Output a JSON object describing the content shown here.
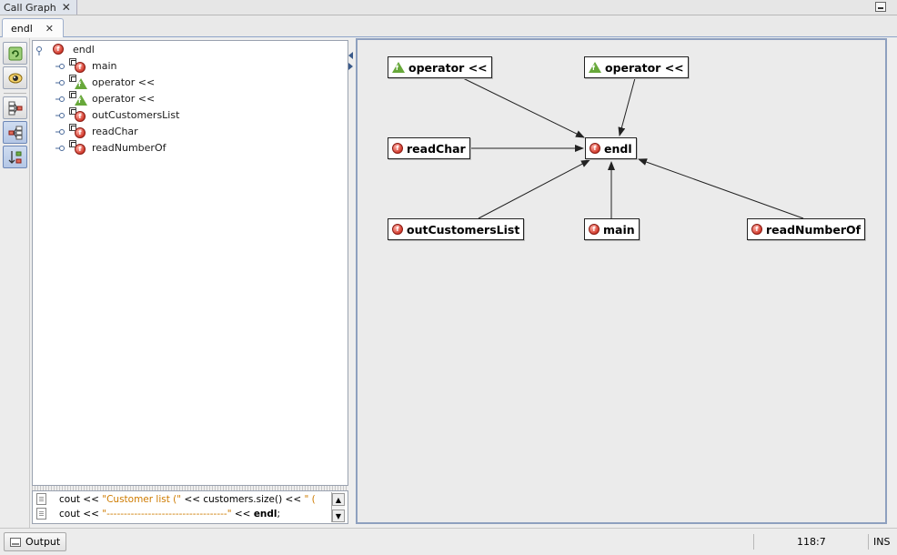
{
  "window": {
    "title": "Call Graph",
    "close_glyph": "✕"
  },
  "tabs": [
    {
      "label": "endl",
      "close_glyph": "✕"
    }
  ],
  "toolbar": {
    "buttons": [
      {
        "name": "refresh-icon",
        "active": false
      },
      {
        "name": "focus-icon",
        "active": false
      },
      {
        "name": "callers-icon",
        "active": false
      },
      {
        "name": "callees-icon",
        "active": true
      },
      {
        "name": "direction-icon",
        "active": true
      }
    ]
  },
  "tree": {
    "root": {
      "label": "endl",
      "icon": "function-icon"
    },
    "children": [
      {
        "label": "main",
        "icon": "function-icon"
      },
      {
        "label": "operator <<",
        "icon": "operator-icon"
      },
      {
        "label": "operator <<",
        "icon": "operator-icon"
      },
      {
        "label": "outCustomersList",
        "icon": "function-icon"
      },
      {
        "label": "readChar",
        "icon": "function-icon"
      },
      {
        "label": "readNumberOf",
        "icon": "function-icon"
      }
    ]
  },
  "source_preview": {
    "line1": {
      "a": "cout << ",
      "b": "\"Customer list (\"",
      "c": " << customers.size() << ",
      "d": "\" ("
    },
    "line2": {
      "a": "cout << ",
      "b": "\"-----------------------------------\"",
      "c": " << ",
      "d": "endl",
      "e": ";"
    }
  },
  "graph": {
    "target": {
      "label": "endl",
      "icon": "function-icon"
    },
    "callers": [
      {
        "label": "operator <<",
        "icon": "operator-icon"
      },
      {
        "label": "operator <<",
        "icon": "operator-icon"
      },
      {
        "label": "readChar",
        "icon": "function-icon"
      },
      {
        "label": "outCustomersList",
        "icon": "function-icon"
      },
      {
        "label": "main",
        "icon": "function-icon"
      },
      {
        "label": "readNumberOf",
        "icon": "function-icon"
      }
    ],
    "edge_color": "#222222"
  },
  "statusbar": {
    "output_label": "Output",
    "position": "118:7",
    "mode": "INS"
  }
}
